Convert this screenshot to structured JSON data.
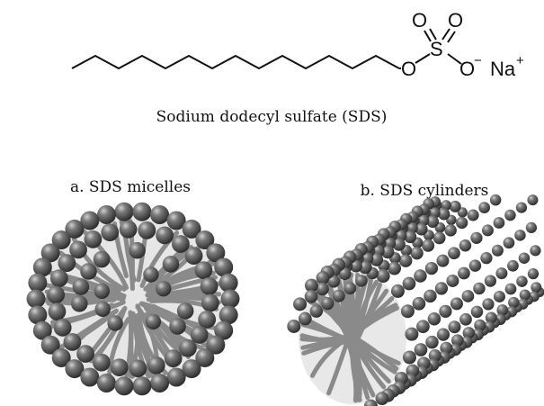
{
  "molecule": {
    "atoms": {
      "o_left": "O",
      "s": "S",
      "o_top_left": "O",
      "o_top_right": "O",
      "o_right": "O",
      "minus": "−",
      "na": "Na",
      "plus": "+"
    },
    "caption": "Sodium dodecyl sulfate (SDS)"
  },
  "panels": [
    {
      "label": "a. SDS micelles",
      "structure": "sphere"
    },
    {
      "label": "b. SDS cylinders",
      "structure": "cylinder"
    }
  ],
  "colors": {
    "head": "#5a5a5a",
    "tail": "#8a8a8a",
    "line": "#111111"
  }
}
